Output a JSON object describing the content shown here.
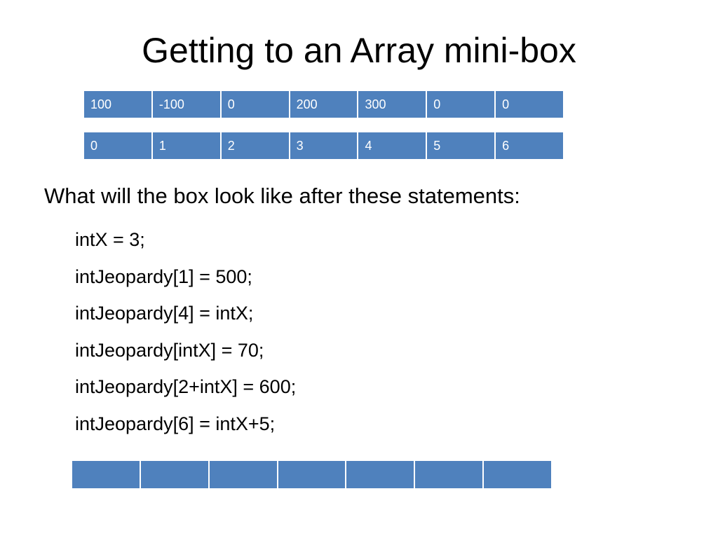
{
  "slide": {
    "title": "Getting to an Array mini-box",
    "value_row": [
      "100",
      "-100",
      "0",
      "200",
      "300",
      "0",
      "0"
    ],
    "index_row": [
      "0",
      "1",
      "2",
      "3",
      "4",
      "5",
      "6"
    ],
    "blank_row": [
      "",
      "",
      "",
      "",
      "",
      "",
      ""
    ],
    "question": "What will the box look like after these statements:",
    "statements": [
      "intX = 3;",
      "intJeopardy[1] = 500;",
      "intJeopardy[4] = intX;",
      "intJeopardy[intX] = 70;",
      "intJeopardy[2+intX] = 600;",
      "intJeopardy[6] = intX+5;"
    ]
  },
  "colors": {
    "cell_fill": "#4f81bd",
    "cell_text": "#ffffff",
    "background": "#ffffff"
  }
}
